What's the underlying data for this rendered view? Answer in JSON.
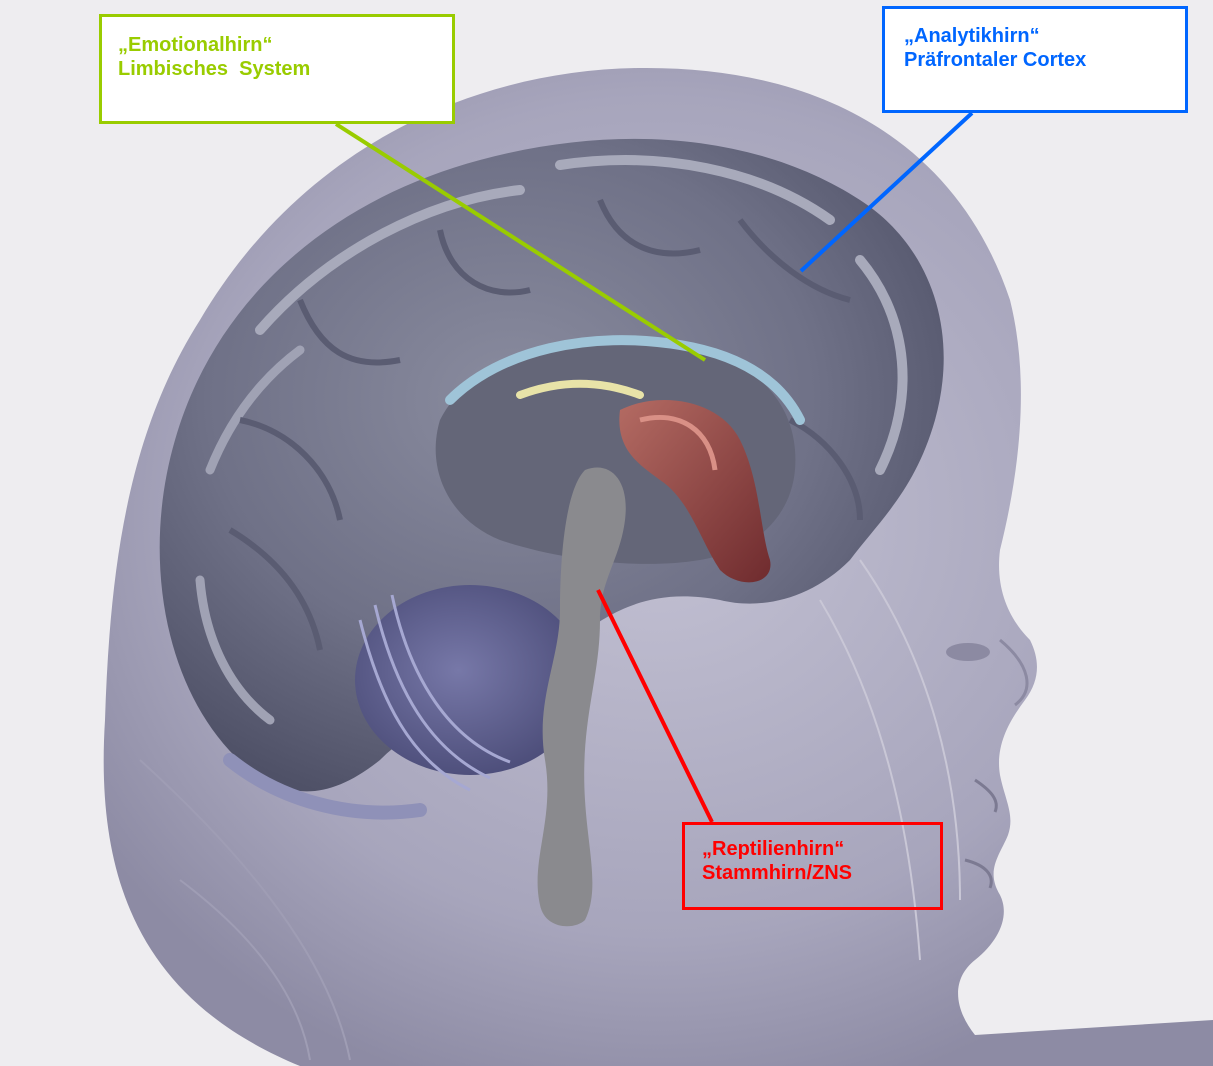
{
  "labels": {
    "emotional": {
      "line1": "„Emotionalhirn“",
      "line2": "Limbisches  System"
    },
    "analytic": {
      "line1": "„Analytikhirn“",
      "line2": "Präfrontaler Cortex"
    },
    "reptile": {
      "line1": "„Reptilienhirn“",
      "line2": "Stammhirn/ZNS"
    }
  },
  "colors": {
    "emotional": "#99cc00",
    "analytic": "#0066ff",
    "reptile": "#ff0000",
    "brain": "#7e7f95",
    "skin": "#b3b1c7"
  }
}
